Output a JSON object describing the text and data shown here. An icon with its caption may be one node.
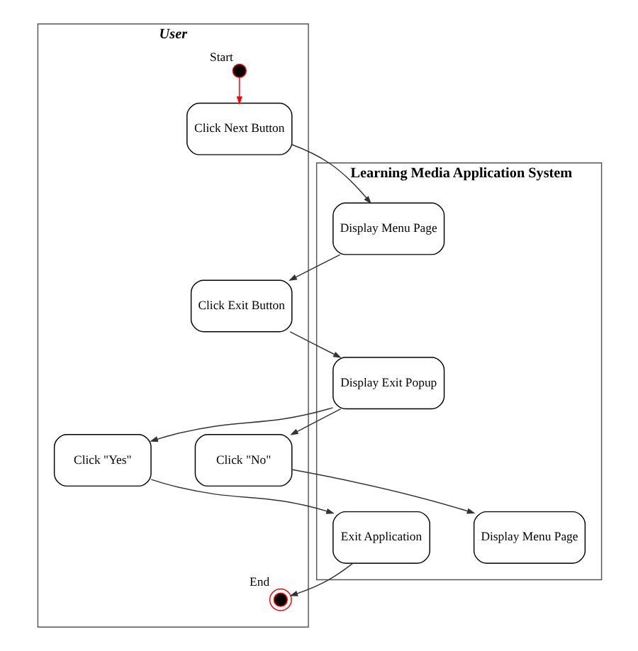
{
  "diagram": {
    "nodes": [
      {
        "text": [
          "User"
        ]
      },
      {
        "text": [
          "Learning Media Application System"
        ]
      },
      {
        "text": [],
        "shape": "circle",
        "in": 0,
        "beside": [
          "Start"
        ]
      },
      {
        "text": [
          "Click Next Button"
        ],
        "in": 0
      },
      {
        "text": [
          "Display Menu Page"
        ],
        "in": 1
      },
      {
        "text": [
          "Click Exit Button"
        ],
        "in": 0
      },
      {
        "text": [
          "Display Exit Popup"
        ],
        "in": 1
      },
      {
        "text": [
          "Click \"No\""
        ],
        "in": 0
      },
      {
        "text": [
          "Display Menu Page"
        ],
        "in": 1
      },
      {
        "text": [
          "Click \"Yes\""
        ],
        "in": 0
      },
      {
        "text": [
          "Exit Application"
        ],
        "in": 1
      },
      {
        "text": [],
        "shape": "circle",
        "in": 0,
        "beside": [
          "End"
        ]
      }
    ],
    "edges": [
      {
        "from": 2,
        "to": 3,
        "arrow": "to",
        "color": "#ff0000"
      },
      {
        "from": 3,
        "to": 4,
        "arrow": "to"
      },
      {
        "from": 4,
        "to": 5,
        "arrow": "to"
      },
      {
        "from": 5,
        "to": 6,
        "arrow": "to"
      },
      {
        "from": 6,
        "to": 7,
        "arrow": "to"
      },
      {
        "from": 7,
        "to": 8,
        "arrow": "to"
      },
      {
        "from": 6,
        "to": 9,
        "arrow": "to"
      },
      {
        "from": 9,
        "to": 10,
        "arrow": "to"
      },
      {
        "from": 10,
        "to": 11,
        "arrow": "to"
      }
    ]
  }
}
